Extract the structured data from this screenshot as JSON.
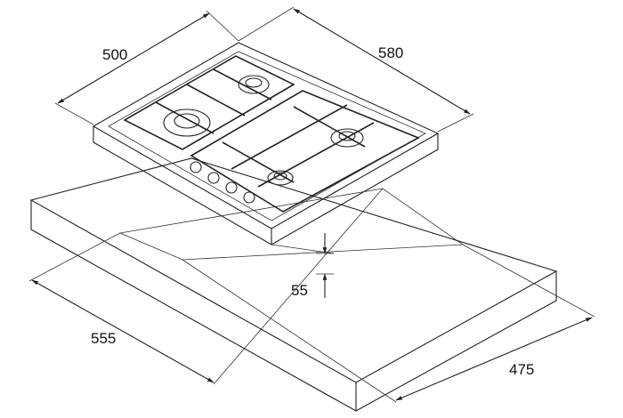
{
  "title": "Gas hob built-in dimensions",
  "dimensions": {
    "hob_depth": "500",
    "hob_width": "580",
    "cutout_width": "555",
    "cutout_depth": "475",
    "build_in_height": "55"
  }
}
